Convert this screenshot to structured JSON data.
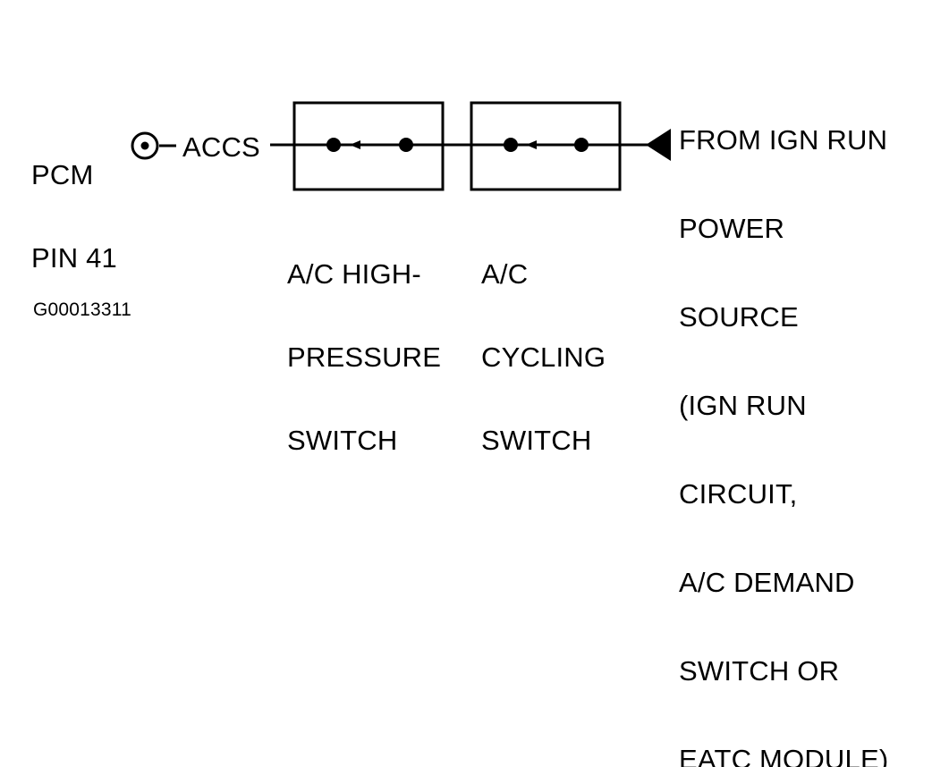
{
  "pcm": {
    "lines": [
      "PCM",
      "PIN 41"
    ]
  },
  "signal": {
    "label": "ACCS"
  },
  "switches": [
    {
      "lines": [
        "A/C HIGH-",
        "PRESSURE",
        "SWITCH"
      ]
    },
    {
      "lines": [
        "A/C",
        "CYCLING",
        "SWITCH"
      ]
    }
  ],
  "source": {
    "lines": [
      "FROM IGN RUN",
      "POWER",
      "SOURCE",
      "(IGN RUN",
      "CIRCUIT,",
      "A/C DEMAND",
      "SWITCH OR",
      "EATC MODULE)"
    ]
  },
  "figure_id": "G00013311",
  "colors": {
    "line": "#000000",
    "background": "#ffffff"
  }
}
